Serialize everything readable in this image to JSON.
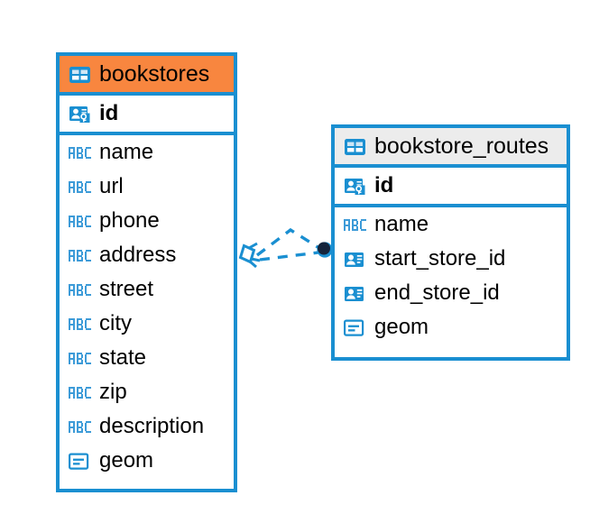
{
  "diagram": {
    "type": "entity-relationship-diagram",
    "background_color": "#ffffff",
    "accent_color": "#1a8fd1",
    "entities": [
      {
        "name": "bookstores",
        "header_color": "#f8863f",
        "icon": "table-icon",
        "fields": [
          {
            "label": "id",
            "icon": "primary-key-icon",
            "key": "primary"
          },
          {
            "label": "name",
            "icon": "abc-text-icon",
            "key": "none"
          },
          {
            "label": "url",
            "icon": "abc-text-icon",
            "key": "none"
          },
          {
            "label": "phone",
            "icon": "abc-text-icon",
            "key": "none"
          },
          {
            "label": "address",
            "icon": "abc-text-icon",
            "key": "none"
          },
          {
            "label": "street",
            "icon": "abc-text-icon",
            "key": "none"
          },
          {
            "label": "city",
            "icon": "abc-text-icon",
            "key": "none"
          },
          {
            "label": "state",
            "icon": "abc-text-icon",
            "key": "none"
          },
          {
            "label": "zip",
            "icon": "abc-text-icon",
            "key": "none"
          },
          {
            "label": "description",
            "icon": "abc-text-icon",
            "key": "none"
          },
          {
            "label": "geom",
            "icon": "geometry-icon",
            "key": "none"
          }
        ]
      },
      {
        "name": "bookstore_routes",
        "header_color": "#ececec",
        "icon": "table-icon",
        "fields": [
          {
            "label": "id",
            "icon": "primary-key-icon",
            "key": "primary"
          },
          {
            "label": "name",
            "icon": "abc-text-icon",
            "key": "none"
          },
          {
            "label": "start_store_id",
            "icon": "foreign-key-icon",
            "key": "foreign"
          },
          {
            "label": "end_store_id",
            "icon": "foreign-key-icon",
            "key": "foreign"
          },
          {
            "label": "geom",
            "icon": "geometry-icon",
            "key": "none"
          }
        ]
      }
    ],
    "relationship": {
      "from": "bookstores",
      "to": "bookstore_routes",
      "line_style": "dashed",
      "line_color": "#1a8fd1",
      "source_marker": "diamond-crowsfoot-marker",
      "target_marker": "filled-circle-marker"
    }
  }
}
